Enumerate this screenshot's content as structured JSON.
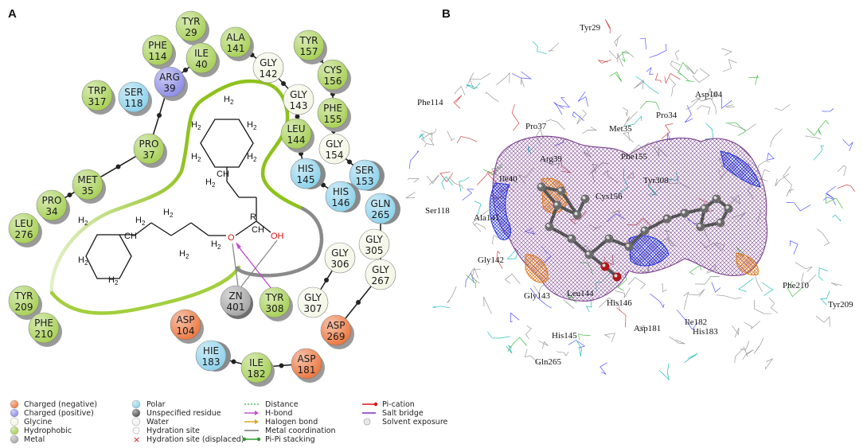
{
  "panels": {
    "a": "A",
    "b": "B"
  },
  "colors": {
    "hydrophobic": "#a9d15a",
    "glycine": "#f4f6e6",
    "polar": "#8fd3ec",
    "charged_negative": "#ec7a44",
    "charged_positive": "#8f8fe6",
    "metal": "#a8a8a8",
    "pocket_green": "#8ec21c",
    "pocket_grey": "#8a8a8a",
    "backbone": "#222222",
    "hbond": "#c34ad4"
  },
  "residues": [
    {
      "name": "TYR",
      "num": "29",
      "type": "hydrophobic"
    },
    {
      "name": "PHE",
      "num": "114",
      "type": "hydrophobic"
    },
    {
      "name": "ILE",
      "num": "40",
      "type": "hydrophobic"
    },
    {
      "name": "ALA",
      "num": "141",
      "type": "hydrophobic"
    },
    {
      "name": "GLY",
      "num": "142",
      "type": "glycine"
    },
    {
      "name": "TYR",
      "num": "157",
      "type": "hydrophobic"
    },
    {
      "name": "CYS",
      "num": "156",
      "type": "hydrophobic"
    },
    {
      "name": "SER",
      "num": "118",
      "type": "polar"
    },
    {
      "name": "ARG",
      "num": "39",
      "type": "charged_positive"
    },
    {
      "name": "TRP",
      "num": "317",
      "type": "hydrophobic"
    },
    {
      "name": "GLY",
      "num": "143",
      "type": "glycine"
    },
    {
      "name": "PHE",
      "num": "155",
      "type": "hydrophobic"
    },
    {
      "name": "LEU",
      "num": "144",
      "type": "hydrophobic"
    },
    {
      "name": "GLY",
      "num": "154",
      "type": "glycine"
    },
    {
      "name": "PRO",
      "num": "37",
      "type": "hydrophobic"
    },
    {
      "name": "MET",
      "num": "35",
      "type": "hydrophobic"
    },
    {
      "name": "HIS",
      "num": "145",
      "type": "polar"
    },
    {
      "name": "SER",
      "num": "153",
      "type": "polar"
    },
    {
      "name": "PRO",
      "num": "34",
      "type": "hydrophobic"
    },
    {
      "name": "HIS",
      "num": "146",
      "type": "polar"
    },
    {
      "name": "GLN",
      "num": "265",
      "type": "polar"
    },
    {
      "name": "LEU",
      "num": "276",
      "type": "hydrophobic"
    },
    {
      "name": "GLY",
      "num": "305",
      "type": "glycine"
    },
    {
      "name": "GLY",
      "num": "306",
      "type": "glycine"
    },
    {
      "name": "GLY",
      "num": "267",
      "type": "glycine"
    },
    {
      "name": "ZN",
      "num": "401",
      "type": "metal"
    },
    {
      "name": "TYR",
      "num": "308",
      "type": "hydrophobic"
    },
    {
      "name": "GLY",
      "num": "307",
      "type": "glycine"
    },
    {
      "name": "TYR",
      "num": "209",
      "type": "hydrophobic"
    },
    {
      "name": "PHE",
      "num": "210",
      "type": "hydrophobic"
    },
    {
      "name": "ASP",
      "num": "104",
      "type": "charged_negative"
    },
    {
      "name": "ASP",
      "num": "269",
      "type": "charged_negative"
    },
    {
      "name": "HIE",
      "num": "183",
      "type": "polar"
    },
    {
      "name": "ILE",
      "num": "182",
      "type": "hydrophobic"
    },
    {
      "name": "ASP",
      "num": "181",
      "type": "charged_negative"
    }
  ],
  "ligand": {
    "h2": "H",
    "h2_sub": "2",
    "ch": "CH",
    "r": "R",
    "o": "O",
    "oh": "OH"
  },
  "view3d_labels": [
    "Tyr29",
    "Phe114",
    "Asp104",
    "Pro37",
    "Met35",
    "Pro34",
    "Arg39",
    "Phe155",
    "Tyr308",
    "Ser118",
    "Ala141",
    "Gly142",
    "Gly143",
    "His146",
    "Asp181",
    "Ile182",
    "His183",
    "His145",
    "Gln265",
    "Phe210",
    "Tyr209",
    "Ile40",
    "Cys156",
    "Leu144"
  ],
  "legend": {
    "residue_types": [
      {
        "label": "Charged (negative)",
        "type": "charged_negative"
      },
      {
        "label": "Charged (positive)",
        "type": "charged_positive"
      },
      {
        "label": "Glycine",
        "type": "glycine"
      },
      {
        "label": "Hydrophobic",
        "type": "hydrophobic"
      },
      {
        "label": "Metal",
        "type": "metal"
      }
    ],
    "residue_types2": [
      {
        "label": "Polar",
        "kind": "polar"
      },
      {
        "label": "Unspecified residue",
        "kind": "unspecified"
      },
      {
        "label": "Water",
        "kind": "water"
      },
      {
        "label": "Hydration site",
        "kind": "hydration"
      },
      {
        "label": "Hydration site (displaced)",
        "kind": "displaced"
      }
    ],
    "interactions": [
      {
        "label": "Distance",
        "kind": "distance"
      },
      {
        "label": "H-bond",
        "kind": "hbond"
      },
      {
        "label": "Halogen bond",
        "kind": "halogen"
      },
      {
        "label": "Metal coordination",
        "kind": "metal"
      },
      {
        "label": "Pi-Pi stacking",
        "kind": "pipi"
      }
    ],
    "interactions2": [
      {
        "label": "Pi-cation",
        "kind": "pication"
      },
      {
        "label": "Salt bridge",
        "kind": "salt"
      },
      {
        "label": "Solvent exposure",
        "kind": "solvent"
      }
    ]
  }
}
